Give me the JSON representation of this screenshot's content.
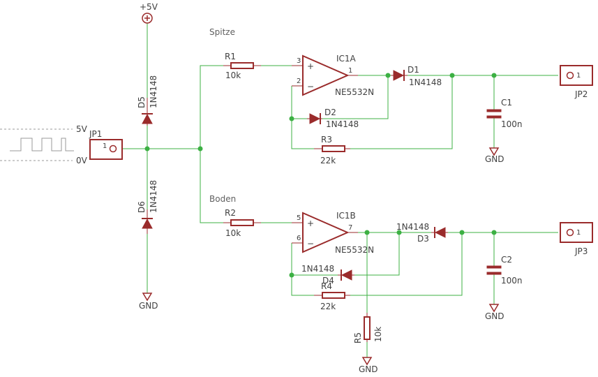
{
  "power": {
    "vcc_label": "+5V",
    "gnd_label": "GND"
  },
  "notes": {
    "peak": "Spitze",
    "bottom": "Boden"
  },
  "input": {
    "connector": "JP1",
    "pin": "1",
    "level_high": "5V",
    "level_low": "0V"
  },
  "outputs": {
    "top": {
      "connector": "JP2",
      "pin": "1"
    },
    "bottom": {
      "connector": "JP3",
      "pin": "1"
    }
  },
  "opamp_a": {
    "name": "IC1A",
    "part": "NE5532N",
    "pin_plus": "3",
    "pin_minus": "2",
    "pin_out": "1",
    "sign_plus": "+",
    "sign_minus": "−"
  },
  "opamp_b": {
    "name": "IC1B",
    "part": "NE5532N",
    "pin_plus": "5",
    "pin_minus": "6",
    "pin_out": "7",
    "sign_plus": "+",
    "sign_minus": "−"
  },
  "resistors": {
    "r1": {
      "name": "R1",
      "value": "10k"
    },
    "r2": {
      "name": "R2",
      "value": "10k"
    },
    "r3": {
      "name": "R3",
      "value": "22k"
    },
    "r4": {
      "name": "R4",
      "value": "22k"
    },
    "r5": {
      "name": "R5",
      "value": "10k"
    }
  },
  "capacitors": {
    "c1": {
      "name": "C1",
      "value": "100n"
    },
    "c2": {
      "name": "C2",
      "value": "100n"
    }
  },
  "diodes": {
    "d1": {
      "name": "D1",
      "value": "1N4148"
    },
    "d2": {
      "name": "D2",
      "value": "1N4148"
    },
    "d3": {
      "name": "D3",
      "value": "1N4148"
    },
    "d4": {
      "name": "D4",
      "value": "1N4148"
    },
    "d5": {
      "name": "D5",
      "value": "1N4148"
    },
    "d6": {
      "name": "D6",
      "value": "1N4148"
    }
  }
}
